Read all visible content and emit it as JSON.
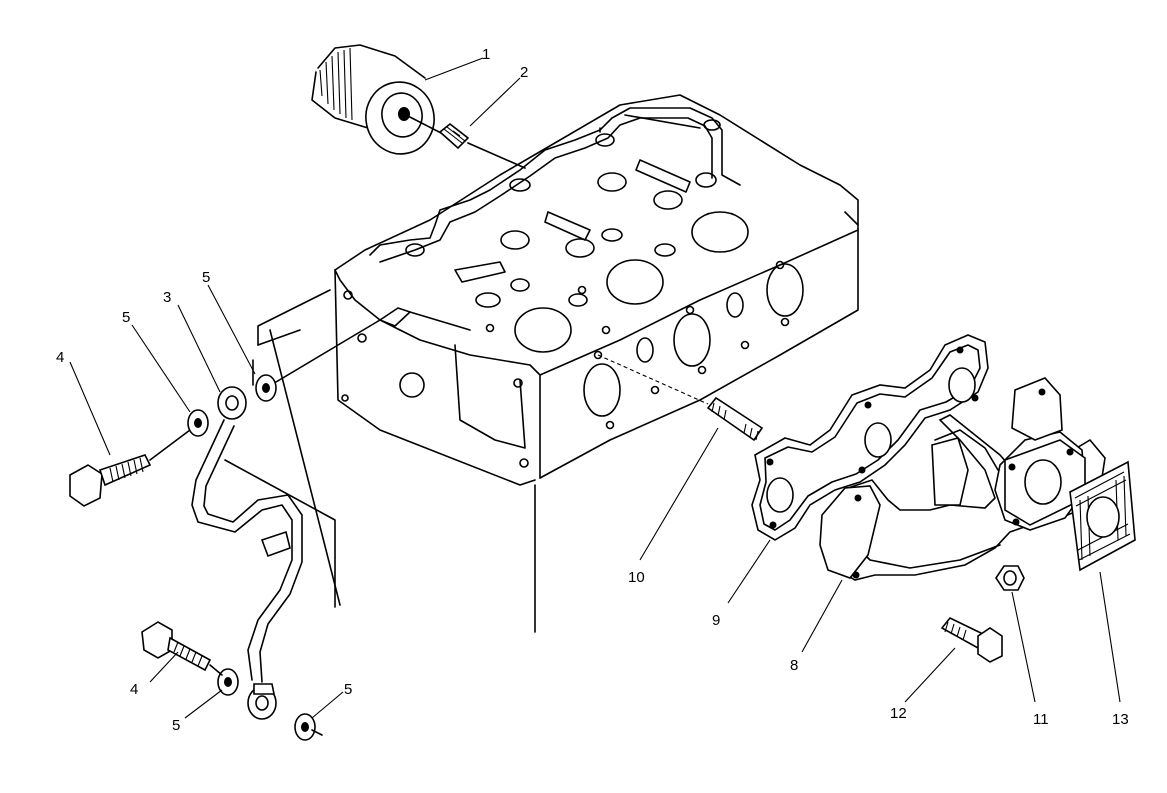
{
  "callouts": {
    "c1": "1",
    "c2": "2",
    "c3": "3",
    "c4a": "4",
    "c4b": "4",
    "c5a": "5",
    "c5b": "5",
    "c5c": "5",
    "c5d": "5",
    "c8": "8",
    "c9": "9",
    "c10": "10",
    "c11": "11",
    "c12": "12",
    "c13": "13"
  }
}
